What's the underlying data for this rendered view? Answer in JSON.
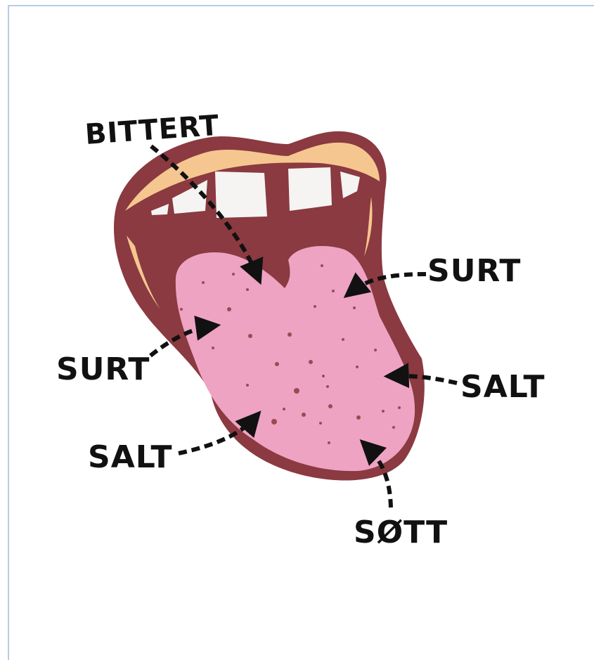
{
  "labels": {
    "bitter_top": "BITTERT",
    "sour_right": "SURT",
    "sour_left": "SURT",
    "salt_right": "SALT",
    "salt_left": "SALT",
    "sweet_tip": "SØTT"
  },
  "icons": [
    "mouth-icon",
    "tongue-icon",
    "teeth-icon",
    "arrow-icon"
  ],
  "colors": {
    "lip": "#8a3a40",
    "lip_highlight": "#f6c690",
    "mouth_inside": "#8a3a40",
    "teeth": "#f5f4f2",
    "tongue": "#efa3c3",
    "tongue_dots": "#9b4a52",
    "ink": "#111111",
    "frame": "#b9cbe3"
  }
}
